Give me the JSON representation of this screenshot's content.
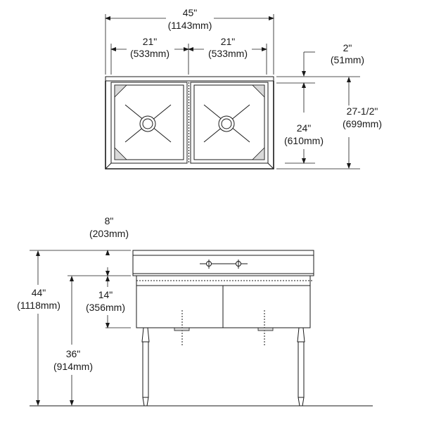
{
  "top_view": {
    "overall_width": {
      "in": "45\"",
      "mm": "(1143mm)"
    },
    "left_bowl_width": {
      "in": "21\"",
      "mm": "(533mm)"
    },
    "right_bowl_width": {
      "in": "21\"",
      "mm": "(533mm)"
    },
    "backsplash_depth": {
      "in": "2\"",
      "mm": "(51mm)"
    },
    "bowl_depth": {
      "in": "24\"",
      "mm": "(610mm)"
    },
    "overall_depth": {
      "in": "27-1/2\"",
      "mm": "(699mm)"
    }
  },
  "front_view": {
    "backsplash_height": {
      "in": "8\"",
      "mm": "(203mm)"
    },
    "bowl_height": {
      "in": "14\"",
      "mm": "(356mm)"
    },
    "overall_height": {
      "in": "44\"",
      "mm": "(1118mm)"
    },
    "rim_height": {
      "in": "36\"",
      "mm": "(914mm)"
    }
  }
}
